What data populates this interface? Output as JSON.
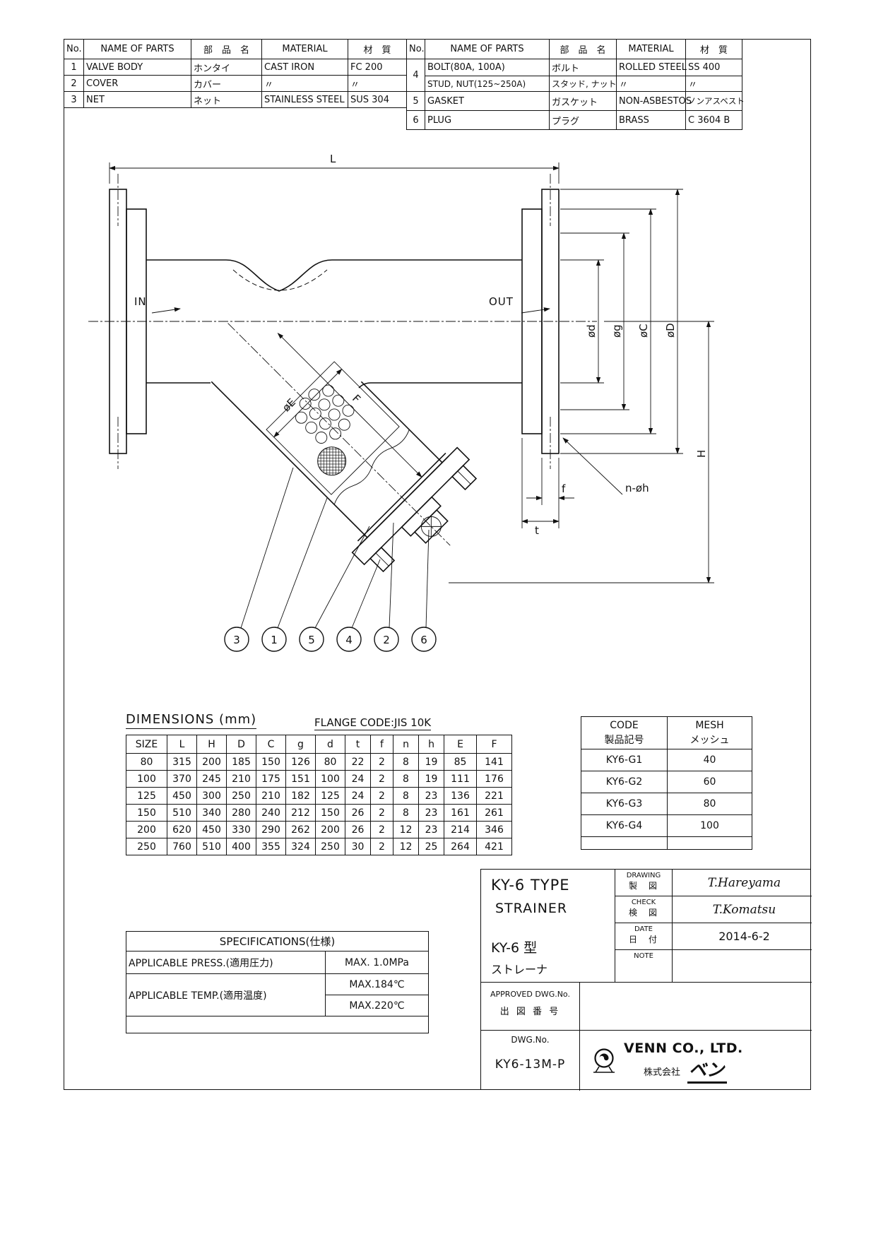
{
  "parts_left": {
    "headers": [
      "No.",
      "NAME OF PARTS",
      "部　品　名",
      "MATERIAL",
      "材　質"
    ],
    "rows": [
      [
        "1",
        "VALVE BODY",
        "ホンタイ",
        "CAST IRON",
        "FC 200"
      ],
      [
        "2",
        "COVER",
        "カバー",
        "〃",
        "〃"
      ],
      [
        "3",
        "NET",
        "ネット",
        "STAINLESS STEEL",
        "SUS 304"
      ]
    ]
  },
  "parts_right": {
    "headers": [
      "No.",
      "NAME OF PARTS",
      "部　品　名",
      "MATERIAL",
      "材　質"
    ],
    "row4_no": "4",
    "row4a": [
      "BOLT(80A, 100A)",
      "ボルト",
      "ROLLED STEEL",
      "SS 400"
    ],
    "row4b": [
      "STUD, NUT(125~250A)",
      "スタッド, ナット",
      "〃",
      "〃"
    ],
    "rows": [
      [
        "5",
        "GASKET",
        "ガスケット",
        "NON-ASBESTOS",
        "ノンアスベスト"
      ],
      [
        "6",
        "PLUG",
        "プラグ",
        "BRASS",
        "C 3604 B"
      ]
    ]
  },
  "drawing": {
    "dim_L": "L",
    "in": "IN",
    "out": "OUT",
    "dim_d": "ød",
    "dim_g": "øg",
    "dim_C": "øC",
    "dim_D": "øD",
    "dim_H": "H",
    "dim_E": "øE",
    "dim_F": "F",
    "dim_f": "f",
    "dim_t": "t",
    "dim_nh": "n-øh",
    "balloons": [
      "3",
      "1",
      "5",
      "4",
      "2",
      "6"
    ]
  },
  "dims": {
    "title": "DIMENSIONS (mm)",
    "flange_code": "FLANGE CODE:JIS 10K",
    "headers": [
      "SIZE",
      "L",
      "H",
      "D",
      "C",
      "g",
      "d",
      "t",
      "f",
      "n",
      "h",
      "E",
      "F"
    ],
    "rows": [
      [
        "80",
        "315",
        "200",
        "185",
        "150",
        "126",
        "80",
        "22",
        "2",
        "8",
        "19",
        "85",
        "141"
      ],
      [
        "100",
        "370",
        "245",
        "210",
        "175",
        "151",
        "100",
        "24",
        "2",
        "8",
        "19",
        "111",
        "176"
      ],
      [
        "125",
        "450",
        "300",
        "250",
        "210",
        "182",
        "125",
        "24",
        "2",
        "8",
        "23",
        "136",
        "221"
      ],
      [
        "150",
        "510",
        "340",
        "280",
        "240",
        "212",
        "150",
        "26",
        "2",
        "8",
        "23",
        "161",
        "261"
      ],
      [
        "200",
        "620",
        "450",
        "330",
        "290",
        "262",
        "200",
        "26",
        "2",
        "12",
        "23",
        "214",
        "346"
      ],
      [
        "250",
        "760",
        "510",
        "400",
        "355",
        "324",
        "250",
        "30",
        "2",
        "12",
        "25",
        "264",
        "421"
      ]
    ]
  },
  "mesh": {
    "col1_en": "CODE",
    "col1_jp": "製品記号",
    "col2_en": "MESH",
    "col2_jp": "メッシュ",
    "rows": [
      [
        "KY6-G1",
        "40"
      ],
      [
        "KY6-G2",
        "60"
      ],
      [
        "KY6-G3",
        "80"
      ],
      [
        "KY6-G4",
        "100"
      ],
      [
        "",
        ""
      ]
    ]
  },
  "specs": {
    "title": "SPECIFICATIONS(仕様)",
    "press_label": "APPLICABLE PRESS.(適用圧力)",
    "press_value": "MAX. 1.0MPa",
    "temp_label": "APPLICABLE TEMP.(適用温度)",
    "temp_value1": "MAX.184℃",
    "temp_value2": "MAX.220℃"
  },
  "titleblock": {
    "type_en1": "KY-6  TYPE",
    "type_en2": "STRAINER",
    "type_jp1": "KY-6  型",
    "type_jp2": "ストレーナ",
    "drawing_en": "DRAWING",
    "drawing_jp": "製　図",
    "drawing_by": "T.Hareyama",
    "check_en": "CHECK",
    "check_jp": "検　図",
    "check_by": "T.Komatsu",
    "date_en": "DATE",
    "date_jp": "日　付",
    "date_value": "2014-6-2",
    "note_en": "NOTE",
    "approved_en": "APPROVED DWG.No.",
    "approved_jp": "出 図 番 号",
    "dwgno_label": "DWG.No.",
    "dwgno_value": "KY6-13M-P",
    "company_en": "VENN CO., LTD.",
    "company_jp_prefix": "株式会社",
    "company_jp_name": "ベン"
  }
}
